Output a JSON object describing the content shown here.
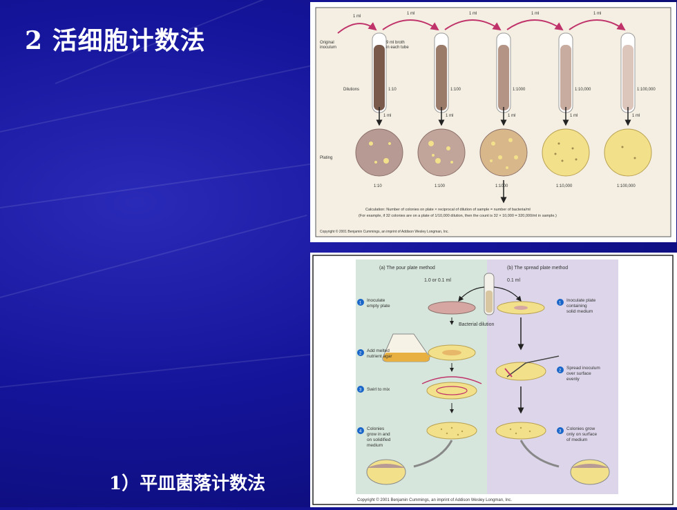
{
  "slide": {
    "title": "2 活细胞计数法",
    "subtitle": "1）平皿菌落计数法"
  },
  "dilution_figure": {
    "transfer_label": "1 ml",
    "original_label": [
      "Original",
      "inoculum"
    ],
    "broth_label": [
      "9 ml broth",
      "in each tube"
    ],
    "dilutions_label": "Dilutions",
    "dilutions": [
      "1:10",
      "1:100",
      "1:1000",
      "1:10,000",
      "1:100,000"
    ],
    "plating_label": "Plating",
    "plate_labels": [
      "1:10",
      "1:100",
      "1:1000",
      "1:10,000",
      "1:100,000"
    ],
    "calc_line1": "Calculation: Number of colonies on plate × reciprocal of dilution of sample = number of bacteria/ml",
    "calc_line2": "(For example, if 32 colonies are on a plate of 1/10,000 dilution, then the count is 32 × 10,000 = 320,000/ml in sample.)",
    "copyright": "Copyright © 2001 Benjamin Cummings, an imprint of Addison Wesley Longman, Inc."
  },
  "plate_methods_figure": {
    "pour_title": "(a) The pour plate method",
    "spread_title": "(b) The spread plate method",
    "pour_volume": "1.0 or 0.1 ml",
    "spread_volume": "0.1 ml",
    "bacterial_dilution": "Bacterial dilution",
    "steps_left": [
      {
        "num": "1",
        "text": [
          "Inoculate",
          "empty plate"
        ]
      },
      {
        "num": "2",
        "text": [
          "Add melted",
          "nutrient agar"
        ]
      },
      {
        "num": "3",
        "text": [
          "Swirl to mix"
        ]
      },
      {
        "num": "4",
        "text": [
          "Colonies",
          "grow in and",
          "on solidified",
          "medium"
        ]
      }
    ],
    "steps_right": [
      {
        "num": "1",
        "text": [
          "Inoculate plate",
          "containing",
          "solid medium"
        ]
      },
      {
        "num": "2",
        "text": [
          "Spread inoculum",
          "over surface",
          "evenly"
        ]
      },
      {
        "num": "3",
        "text": [
          "Colonies grow",
          "only on surface",
          "of medium"
        ]
      }
    ],
    "copyright": "Copyright © 2001 Benjamin Cummings, an imprint of Addison Wesley Longman, Inc."
  },
  "colors": {
    "background": "#14149a",
    "tube_dark": "#7a5a4a",
    "agar": "#f2e08a",
    "lawn": "#b89a94",
    "pour_panel": "#d6e6dc",
    "spread_panel": "#ddd6ea",
    "arrow": "#c0336a"
  }
}
